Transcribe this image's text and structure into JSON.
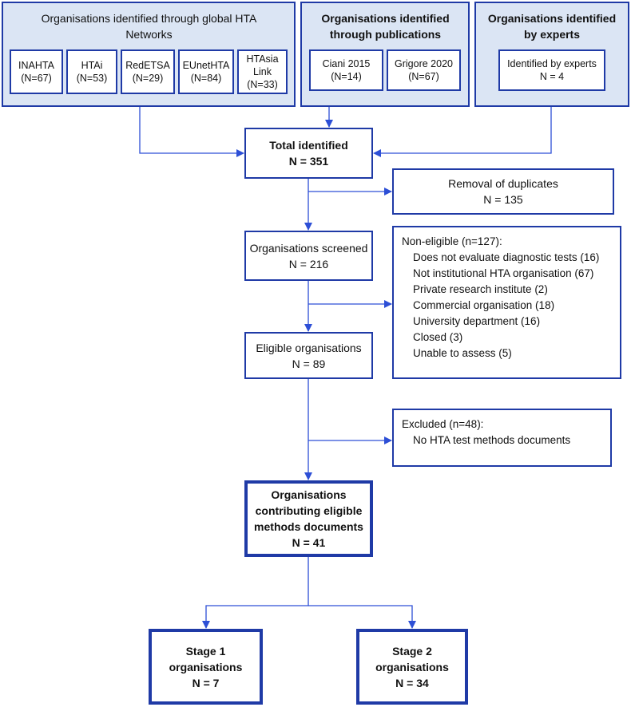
{
  "sources": {
    "networks": {
      "title": "Organisations identified through global HTA Networks",
      "items": [
        {
          "name": "INAHTA",
          "count": "(N=67)"
        },
        {
          "name": "HTAi",
          "count": "(N=53)"
        },
        {
          "name": "RedETSA",
          "count": "(N=29)"
        },
        {
          "name": "EUnetHTA",
          "count": "(N=84)"
        },
        {
          "name": "HTAsia Link",
          "count": "(N=33)"
        }
      ]
    },
    "publications": {
      "title": "Organisations identified through publications",
      "items": [
        {
          "name": "Ciani 2015",
          "count": "(N=14)"
        },
        {
          "name": "Grigore 2020",
          "count": "(N=67)"
        }
      ]
    },
    "experts": {
      "title": "Organisations identified by experts",
      "items": [
        {
          "name": "Identified by experts",
          "count": "N = 4"
        }
      ]
    }
  },
  "flow": {
    "total": {
      "label": "Total identified",
      "n": "N = 351"
    },
    "duplicates": {
      "label": "Removal of duplicates",
      "n": "N = 135"
    },
    "screened": {
      "label": "Organisations screened",
      "n": "N = 216"
    },
    "non_eligible": {
      "title": "Non-eligible (n=127):",
      "reasons": [
        "Does not evaluate diagnostic tests (16)",
        "Not institutional HTA organisation (67)",
        "Private research institute (2)",
        "Commercial organisation (18)",
        "University department (16)",
        "Closed (3)",
        "Unable to assess (5)"
      ]
    },
    "eligible": {
      "label": "Eligible organisations",
      "n": "N = 89"
    },
    "excluded": {
      "title": "Excluded (n=48):",
      "reason": "No HTA test methods documents"
    },
    "contributing": {
      "line1": "Organisations",
      "line2": "contributing eligible",
      "line3": "methods documents",
      "n": "N = 41"
    },
    "stage1": {
      "line1": "Stage 1",
      "line2": "organisations",
      "n": "N = 7"
    },
    "stage2": {
      "line1": "Stage 2",
      "line2": "organisations",
      "n": "N = 34"
    }
  },
  "colors": {
    "border": "#1f3aa6",
    "source_fill": "#dbe5f4",
    "arrow": "#2d4fd6"
  }
}
